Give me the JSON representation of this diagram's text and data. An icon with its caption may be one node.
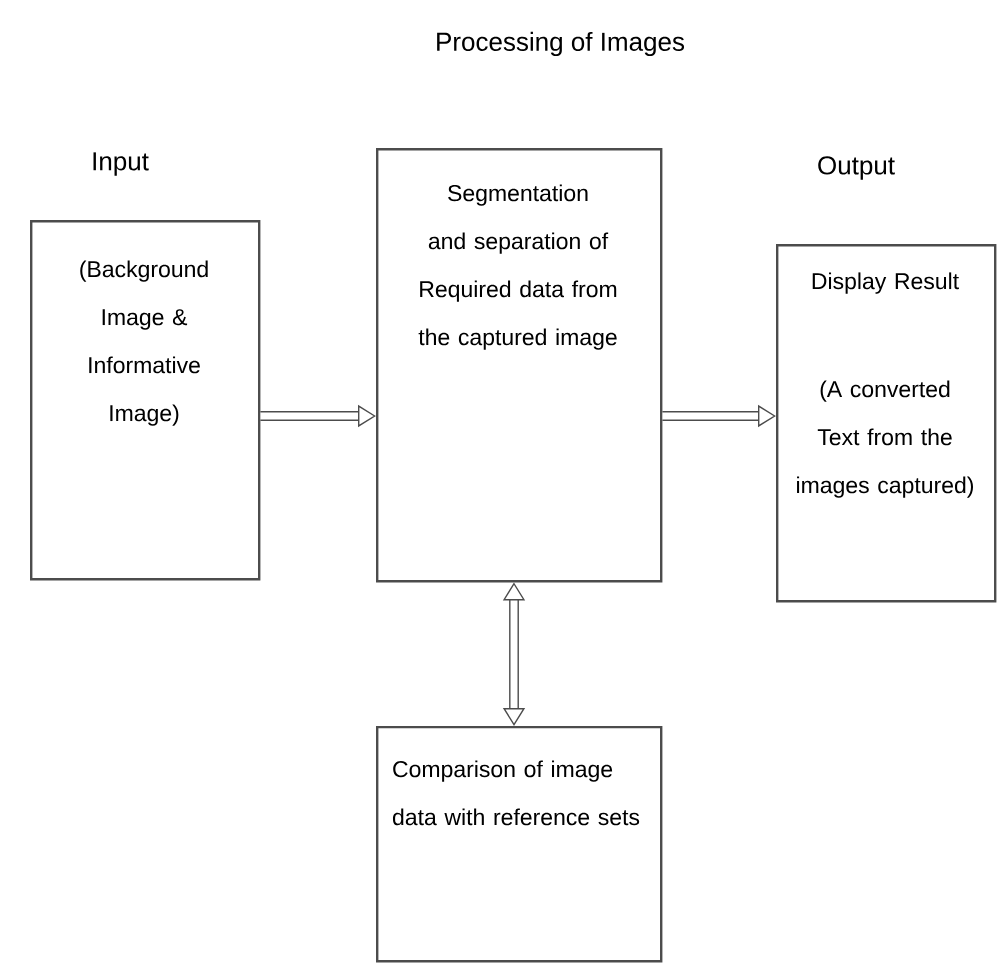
{
  "diagram": {
    "title": "Processing of Images",
    "nodes": [
      {
        "text": [
          "Input",
          "(Background Image & Informative Image)"
        ]
      },
      {
        "text": [
          "Segmentation and separation of Required data from the captured image"
        ]
      },
      {
        "text": [
          "Output",
          "Display Result",
          "(A converted Text from the images captured)"
        ]
      },
      {
        "text": [
          "Comparison of image data with reference sets"
        ]
      }
    ],
    "edges": [
      {
        "from": 0,
        "to": 1,
        "arrow": "to"
      },
      {
        "from": 1,
        "to": 2,
        "arrow": "to"
      },
      {
        "from": 1,
        "to": 3,
        "arrow": "both"
      }
    ]
  }
}
